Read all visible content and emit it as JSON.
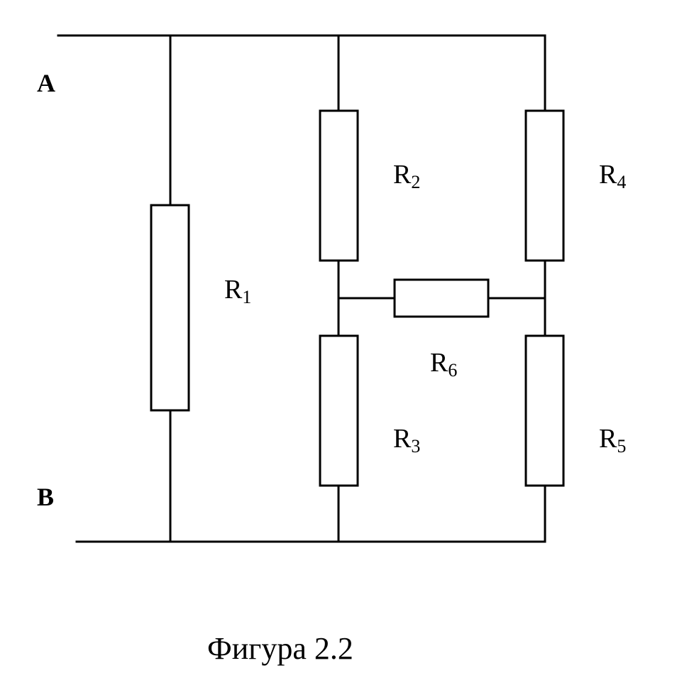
{
  "nodes": {
    "a": "A",
    "b": "B"
  },
  "resistors": {
    "r1": {
      "letter": "R",
      "sub": "1"
    },
    "r2": {
      "letter": "R",
      "sub": "2"
    },
    "r3": {
      "letter": "R",
      "sub": "3"
    },
    "r4": {
      "letter": "R",
      "sub": "4"
    },
    "r5": {
      "letter": "R",
      "sub": "5"
    },
    "r6": {
      "letter": "R",
      "sub": "6"
    }
  },
  "caption": "Фигура 2.2",
  "colors": {
    "line": "#000000",
    "background": "#ffffff"
  }
}
